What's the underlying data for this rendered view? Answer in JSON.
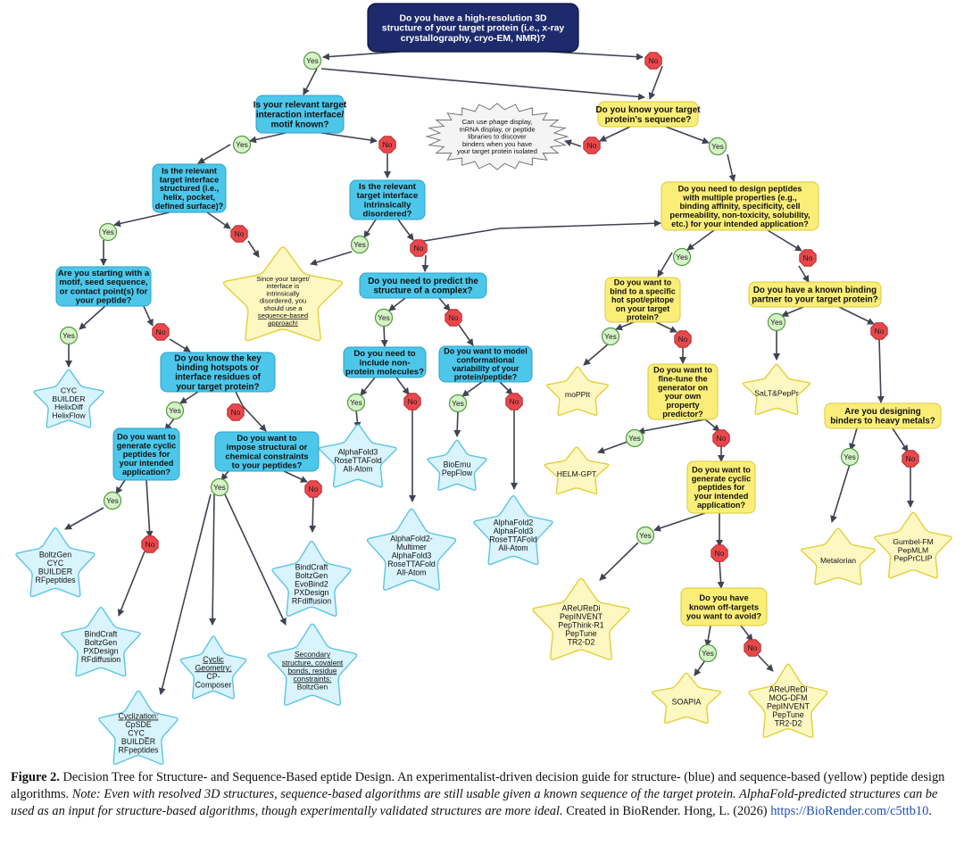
{
  "colors": {
    "root": "#1d2a6b",
    "blue_fill": "#4cc7ea",
    "blue_stroke": "#2aa2c8",
    "yellow_fill": "#fbee78",
    "yellow_stroke": "#d9c93a",
    "yes_fill": "#d6f3c8",
    "yes_stroke": "#4f9a3b",
    "no_fill": "#e8484b",
    "blue_star_fill": "#d9f4fc",
    "blue_star_stroke": "#5cc4e6",
    "yellow_star_fill": "#fdf7c2",
    "yellow_star_stroke": "#e3cf3a",
    "arrow": "#3e4450"
  },
  "nodes": {
    "q_root": [
      "Do you have a high-resolution 3D",
      "structure of your target protein (i.e., x-ray",
      "crystallography, cryo-EM, NMR)?"
    ],
    "q_interface_known": [
      "Is your relevant target",
      "interaction interface/",
      "motif known?"
    ],
    "q_know_sequence": [
      "Do you know your target",
      "protein's sequence?"
    ],
    "burst": [
      "Can use phage display,",
      "mRNA display, or peptide",
      "libraries to discover",
      "binders when you have",
      "your target protein isolated"
    ],
    "q_interface_structured": [
      "Is the relevant",
      "target interface",
      "structured (i.e.,",
      "helix, pocket,",
      "defined surface)?"
    ],
    "q_intrinsically_disordered": [
      "Is the relevant",
      "target interface",
      "intrinsically",
      "disordered?"
    ],
    "q_multiple_properties": [
      "Do you need to design peptides",
      "with multiple properties (e.g.,",
      "binding affinity, specificity, cell",
      "permeability, non-toxicity, solubility,",
      "etc.) for your intended application?"
    ],
    "q_starting_motif": [
      "Are you starting with a",
      "motif, seed sequence,",
      "or contact point(s) for",
      "your peptide?"
    ],
    "star_disordered": [
      "Since your target/",
      "interface is",
      "intrinsically",
      "disordered, you",
      "should use a",
      "sequence-based",
      "approach!"
    ],
    "q_predict_complex": [
      "Do you need to predict the",
      "structure of a complex?"
    ],
    "q_hotspot": [
      "Do you want to",
      "bind to a specific",
      "hot spot/epitope",
      "on your target",
      "protein?"
    ],
    "q_known_partner": [
      "Do you have a known binding",
      "partner to your target protein?"
    ],
    "star_cyc_builder": [
      "CYC",
      "BUILDER",
      "HelixDiff",
      "HelixFlow"
    ],
    "q_key_hotspots": [
      "Do you know the key",
      "binding hotspots or",
      "interface residues of",
      "your target protein?"
    ],
    "q_non_protein": [
      "Do you need to",
      "include non-",
      "protein molecules?"
    ],
    "q_conformational": [
      "Do you want to model",
      "conformational",
      "variability of your",
      "protein/peptide?"
    ],
    "star_moppit": [
      "moPPIt"
    ],
    "q_fine_tune": [
      "Do you want to",
      "fine-tune the",
      "generator on",
      "your own",
      "property",
      "predictor?"
    ],
    "star_salt": [
      "SaLT&PepPr"
    ],
    "q_cyclic_left": [
      "Do you want to",
      "generate cyclic",
      "peptides for",
      "your intended",
      "application?"
    ],
    "q_constraints": [
      "Do you want to",
      "impose structural or",
      "chemical constraints",
      "to your peptides?"
    ],
    "star_af3_rosetta": [
      "AlphaFold3",
      "RoseTTAFold",
      "All-Atom"
    ],
    "star_bioemu": [
      "BioEmu",
      "PepFlow"
    ],
    "q_heavy_metals": [
      "Are you designing",
      "binders to heavy metals?"
    ],
    "star_helm": [
      "HELM-GPT"
    ],
    "q_cyclic_right": [
      "Do you want to",
      "generate cyclic",
      "peptides for",
      "your intended",
      "application?"
    ],
    "star_af2_multimer": [
      "AlphaFold2-",
      "Multimer",
      "AlphaFold3",
      "RoseTTAFold",
      "All-Atom"
    ],
    "star_af2": [
      "AlphaFold2",
      "AlphaFold3",
      "RoseTTAFold",
      "All-Atom"
    ],
    "star_boltzgen_cyc": [
      "BoltzGen",
      "CYC",
      "BUILDER",
      "RFpeptides"
    ],
    "star_bindcraft_evobind": [
      "BindCraft",
      "BoltzGen",
      "EvoBind2",
      "PXDesign",
      "RFdiffusion"
    ],
    "star_metalorian": [
      "Metalorian"
    ],
    "star_gumbel": [
      "Gumbel-FM",
      "PepMLM",
      "PepPrCLIP"
    ],
    "star_areuredi_cyclic": [
      "AReUReDi",
      "PepINVENT",
      "PepThink-R1",
      "PepTune",
      "TR2-D2"
    ],
    "q_off_targets": [
      "Do you have",
      "known off-targets",
      "you want to avoid?"
    ],
    "star_bindcraft_pxdesign": [
      "BindCraft",
      "BoltzGen",
      "PXDesign",
      "RFdiffusion"
    ],
    "star_cyclic_geometry": [
      "Cyclic",
      "Geometry:",
      "CP-",
      "Composer"
    ],
    "star_secondary": [
      "Secondary",
      "structure, covalent",
      "bonds, residue",
      "constraints:",
      "BoltzGen"
    ],
    "star_soapia": [
      "SOAPIA"
    ],
    "star_areuredi_mog": [
      "AReUReDi",
      "MOG-DFM",
      "PepINVENT",
      "PepTune",
      "TR2-D2"
    ],
    "star_cyclization": [
      "Cyclization:",
      "CpSDE",
      "CYC_",
      "BUILDER",
      "RFpeptides"
    ]
  },
  "labels": {
    "yes": "Yes",
    "no": "No"
  },
  "caption": {
    "figure_label": "Figure 2.",
    "text": " Decision Tree for Structure- and Sequence-Based eptide Design. An experimentalist-driven decision guide for structure- (blue) and sequence-based (yellow) peptide design algorithms. ",
    "note": "Note: Even with resolved 3D structures, sequence-based algorithms are still usable given a known sequence of the target protein. AlphaFold-predicted structures can be used as an input for structure-based algorithms, though experimentally validated structures are more ideal.",
    "credit": " Created in BioRender. Hong, L. (2026) ",
    "link": "https://BioRender.com/c5ttb10",
    "end": "."
  }
}
